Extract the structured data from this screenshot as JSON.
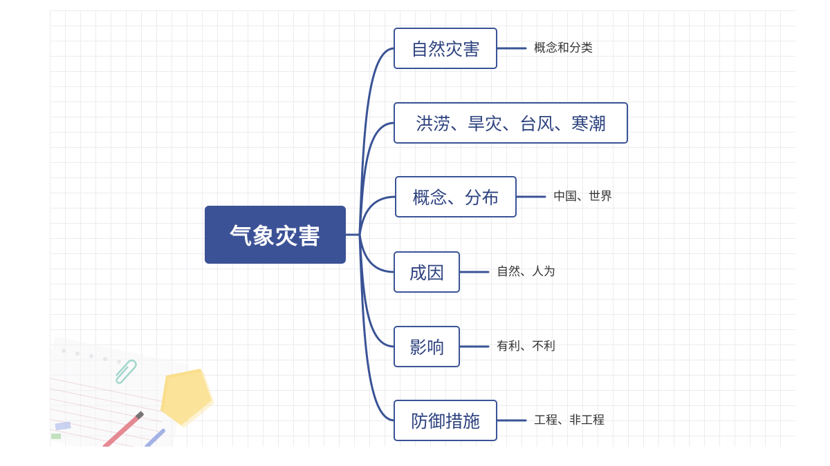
{
  "mindmap": {
    "root": "气象灾害",
    "branches": [
      {
        "label": "自然灾害",
        "note": "概念和分类"
      },
      {
        "label": "洪涝、旱灾、台风、寒潮",
        "note": ""
      },
      {
        "label": "概念、分布",
        "note": "中国、世界"
      },
      {
        "label": "成因",
        "note": "自然、人为"
      },
      {
        "label": "影响",
        "note": "有利、不利"
      },
      {
        "label": "防御措施",
        "note": "工程、非工程"
      }
    ]
  },
  "colors": {
    "root_fill": "#3c5296",
    "branch_border": "#3a5396",
    "branch_text": "#2d427f",
    "grid_line": "#ececf0"
  }
}
